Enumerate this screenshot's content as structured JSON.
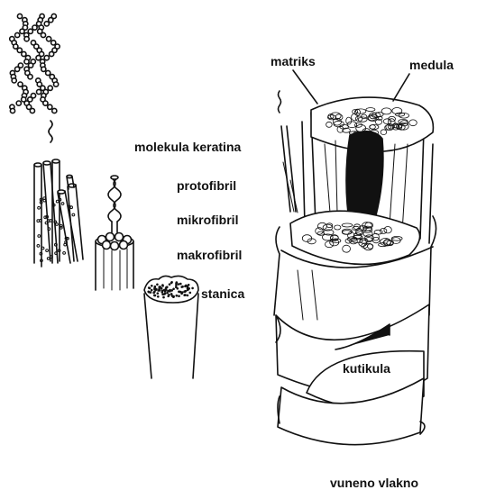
{
  "labels": {
    "matriks": "matriks",
    "medula": "medula",
    "molekula_keratina": "molekula keratina",
    "protofibril": "protofibril",
    "mikrofibril": "mikrofibril",
    "makrofibril": "makrofibril",
    "stanica": "stanica",
    "kutikula": "kutikula",
    "vuneno_vlakno": "vuneno vlakno"
  },
  "colors": {
    "ink": "#111111",
    "background": "#ffffff"
  }
}
